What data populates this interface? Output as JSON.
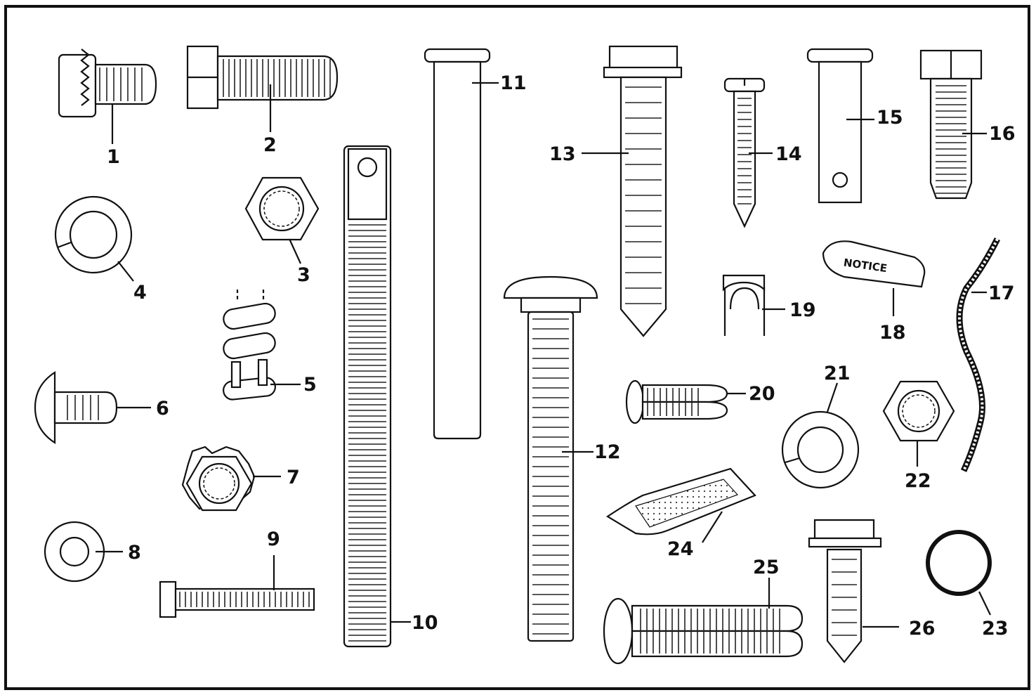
{
  "diagram": {
    "labels": [
      "1",
      "2",
      "3",
      "4",
      "5",
      "6",
      "7",
      "8",
      "9",
      "10",
      "11",
      "12",
      "13",
      "14",
      "15",
      "16",
      "17",
      "18",
      "19",
      "20",
      "21",
      "22",
      "23",
      "24",
      "25",
      "26"
    ],
    "notice_text": "NOTICE"
  }
}
